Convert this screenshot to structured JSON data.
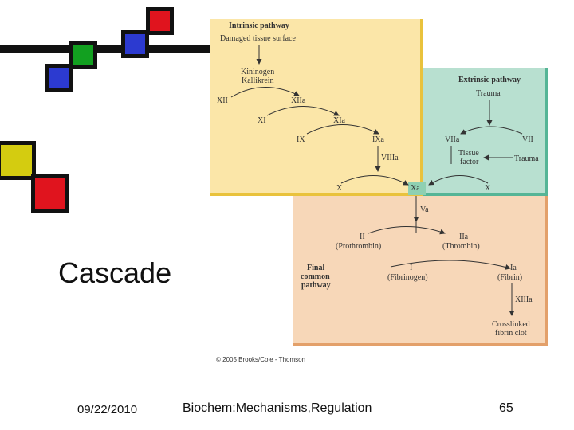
{
  "slide": {
    "title": "Cascade",
    "footer_date": "09/22/2010",
    "footer_title": "Biochem:Mechanisms,Regulation",
    "page_number": "65",
    "credit": "© 2005 Brooks/Cole - Thomson"
  },
  "colors": {
    "red": "#e0141e",
    "blue": "#2c3ad0",
    "green": "#12a020",
    "yellow": "#d4cc10",
    "intrinsic_bg": "#fbe6a8",
    "extrinsic_bg": "#b8e0d0",
    "final_bg": "#f7d7b8"
  },
  "diagram": {
    "intrinsic": {
      "title": "Intrinsic pathway",
      "start": "Damaged tissue surface",
      "kininogen": "Kininogen",
      "kallikrein": "Kallikrein",
      "xii": "XII",
      "xiia": "XIIa",
      "xi": "XI",
      "xia": "XIa",
      "ix": "IX",
      "ixa": "IXa",
      "viiia": "VIIIa",
      "x": "X"
    },
    "extrinsic": {
      "title": "Extrinsic pathway",
      "trauma_top": "Trauma",
      "viia": "VIIa",
      "vii": "VII",
      "tissue": "Tissue",
      "factor": "factor",
      "trauma_side": "Trauma",
      "x": "X"
    },
    "xa": "Xa",
    "final": {
      "title_line1": "Final",
      "title_line2": "common",
      "title_line3": "pathway",
      "va": "Va",
      "ii": "II",
      "prothrombin": "(Prothrombin)",
      "iia": "IIa",
      "thrombin": "(Thrombin)",
      "i": "I",
      "fibrinogen": "(Fibrinogen)",
      "ia": "Ia",
      "fibrin": "(Fibrin)",
      "xiiia": "XIIIa",
      "clot_line1": "Crosslinked",
      "clot_line2": "fibrin clot"
    }
  }
}
